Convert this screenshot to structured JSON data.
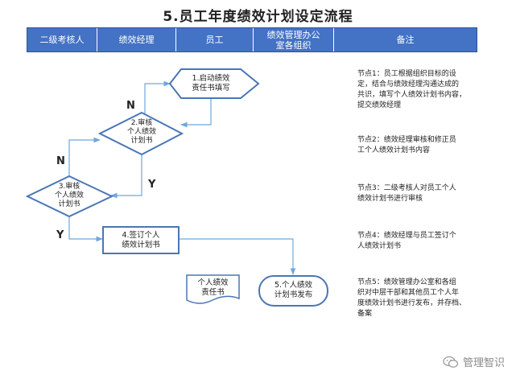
{
  "title": "5.员工年度绩效计划设定流程",
  "columns": [
    "二级考核人",
    "绩效经理",
    "员工",
    "绩效管理办公室各组织",
    "备注"
  ],
  "nodes": {
    "n1": [
      "1.启动绩效",
      "责任书填写"
    ],
    "n2": [
      "2.审核",
      "个人绩效",
      "计划书"
    ],
    "n3": [
      "3.审核",
      "个人绩效",
      "计划书"
    ],
    "n4": [
      "4.签订个人",
      "绩效计划书"
    ],
    "doc": [
      "个人绩效",
      "责任书"
    ],
    "n5": [
      "5.个人绩效",
      "计划书发布"
    ]
  },
  "labels": {
    "n_top": "N",
    "y_mid": "Y",
    "n_left": "N",
    "y_left": "Y"
  },
  "notes": [
    [
      "节点1：员工根据组织目标的设",
      "定，结合与绩效经理沟通达成的",
      "共识，填写个人绩效计划书内容，",
      "提交绩效经理"
    ],
    [
      "节点2：绩效经理审核和修正员",
      "工个人绩效计划书内容"
    ],
    [
      "节点3：二级考核人对员工个人",
      "绩效计划书进行审核"
    ],
    [
      "节点4：绩效经理与员工签订个",
      "人绩效计划书"
    ],
    [
      "节点5：绩效管理办公室和各组",
      "织对中层干部和其他员工个人年",
      "度绩效计划书进行发布，并存档、",
      "备案"
    ]
  ],
  "watermark": "管理智识",
  "colors": {
    "header": "#4472c4",
    "line": "#6fa8dc",
    "shape_border": "#4a76b5"
  }
}
